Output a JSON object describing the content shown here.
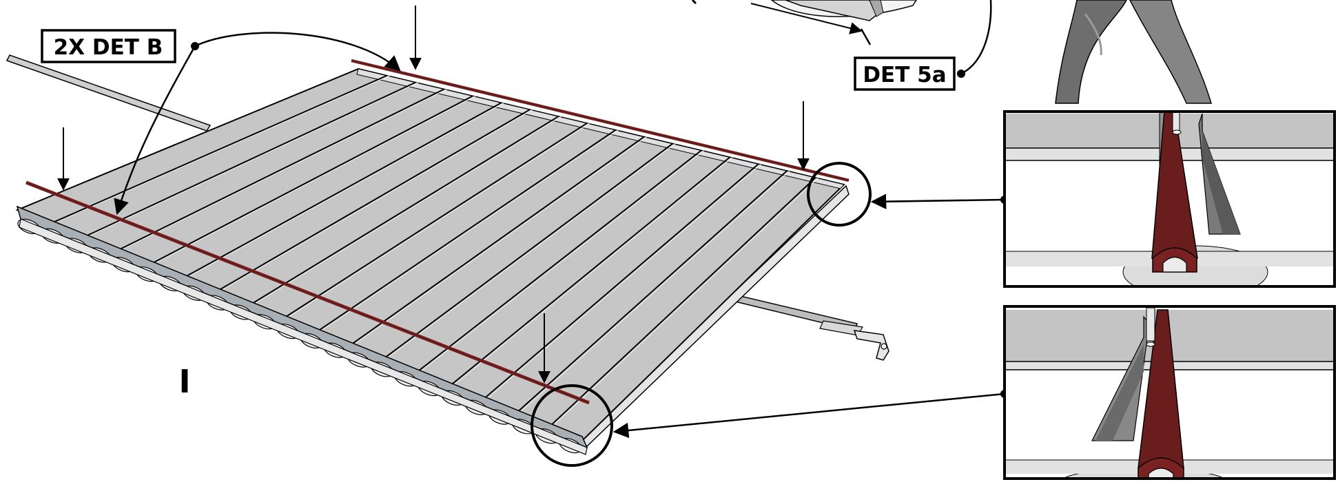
{
  "callouts": {
    "det_b": "2X DET B",
    "det_5a": "DET 5a"
  },
  "step_label": "I",
  "colors": {
    "panel_light": "#d2d2d2",
    "panel_mid": "#bdbdbd",
    "panel_dark": "#8e8e8e",
    "rail": "#9ea6ad",
    "trim_red": "#7a2222",
    "trim_red_dark": "#4e1414",
    "figure_gray": "#7a7a7a",
    "line": "#000000"
  }
}
